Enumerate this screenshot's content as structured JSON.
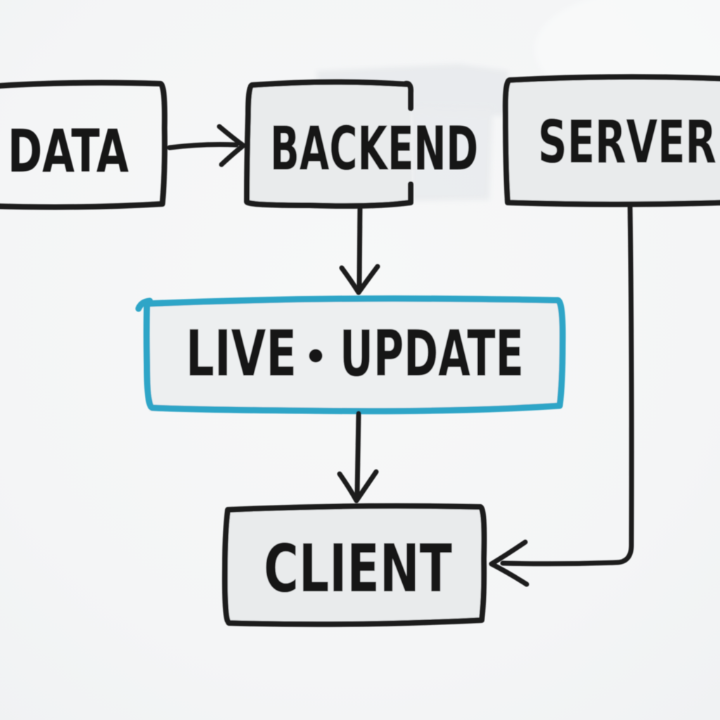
{
  "diagram": {
    "kind": "hand-drawn whiteboard flowchart",
    "colors": {
      "background": "#f3f4f5",
      "ink": "#1b1b1b",
      "accent": "#2fa5c7",
      "box_fill": "#e9ebec",
      "accent_box_fill": "#edeff0"
    },
    "nodes": {
      "data": {
        "label": "DATA"
      },
      "backend": {
        "label": "BACKEND"
      },
      "server": {
        "label": "SERVER"
      },
      "live_update": {
        "label": "LIVE·UPDATE",
        "label_left": "LIVE",
        "label_right": "UPDATE",
        "separator": "·",
        "accented": true
      },
      "client": {
        "label": "CLIENT"
      }
    },
    "edges": [
      {
        "from": "DATA",
        "to": "BACKEND",
        "direction": "right"
      },
      {
        "from": "BACKEND",
        "to": "LIVE·UPDATE",
        "direction": "down"
      },
      {
        "from": "LIVE·UPDATE",
        "to": "CLIENT",
        "direction": "down"
      },
      {
        "from": "SERVER",
        "to": "CLIENT",
        "direction": "down-then-left"
      }
    ]
  }
}
